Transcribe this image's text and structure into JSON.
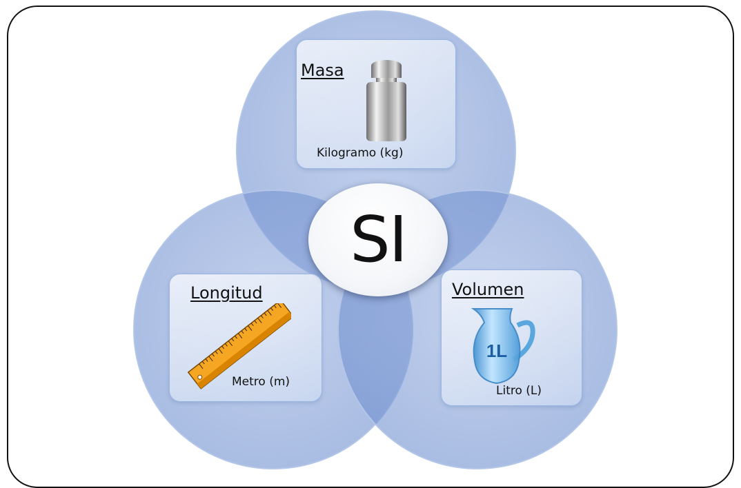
{
  "center": {
    "label": "SI"
  },
  "cards": {
    "masa": {
      "title": "Masa",
      "unit": "Kilogramo (kg)",
      "icon": "weight-icon"
    },
    "longitud": {
      "title": "Longitud",
      "unit": "Metro (m)",
      "icon": "ruler-icon"
    },
    "volumen": {
      "title": "Volumen",
      "unit": "Litro (L)",
      "icon": "pitcher-icon",
      "icon_text": "1L"
    }
  },
  "colors": {
    "circle_fill": "#7f9dd6",
    "circle_stroke": "#a9bfe6",
    "ruler": "#f5a623"
  }
}
